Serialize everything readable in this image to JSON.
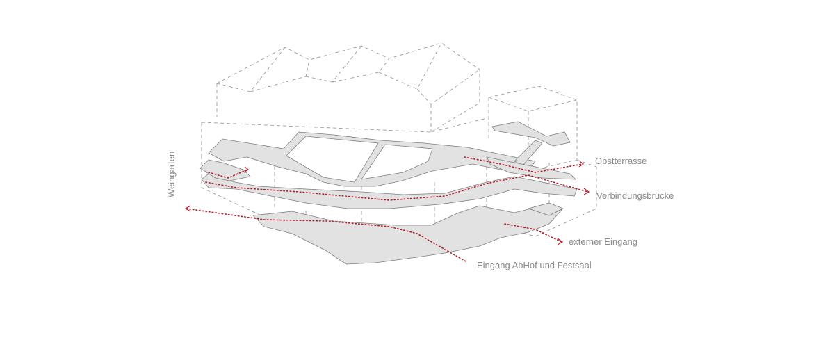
{
  "labels": {
    "weingarten": "Weingarten",
    "obstterrasse": "Obstterrasse",
    "verbindungsbruecke": "Verbindungsbrücke",
    "externer_eingang": "externer Eingang",
    "eingang_abhof": "Eingang AbHof und Festsaal"
  },
  "colors": {
    "route": "#b0202a",
    "slab_fill": "#e2e2e2",
    "outline": "#7d7d7d",
    "label": "#8a8a8a"
  }
}
